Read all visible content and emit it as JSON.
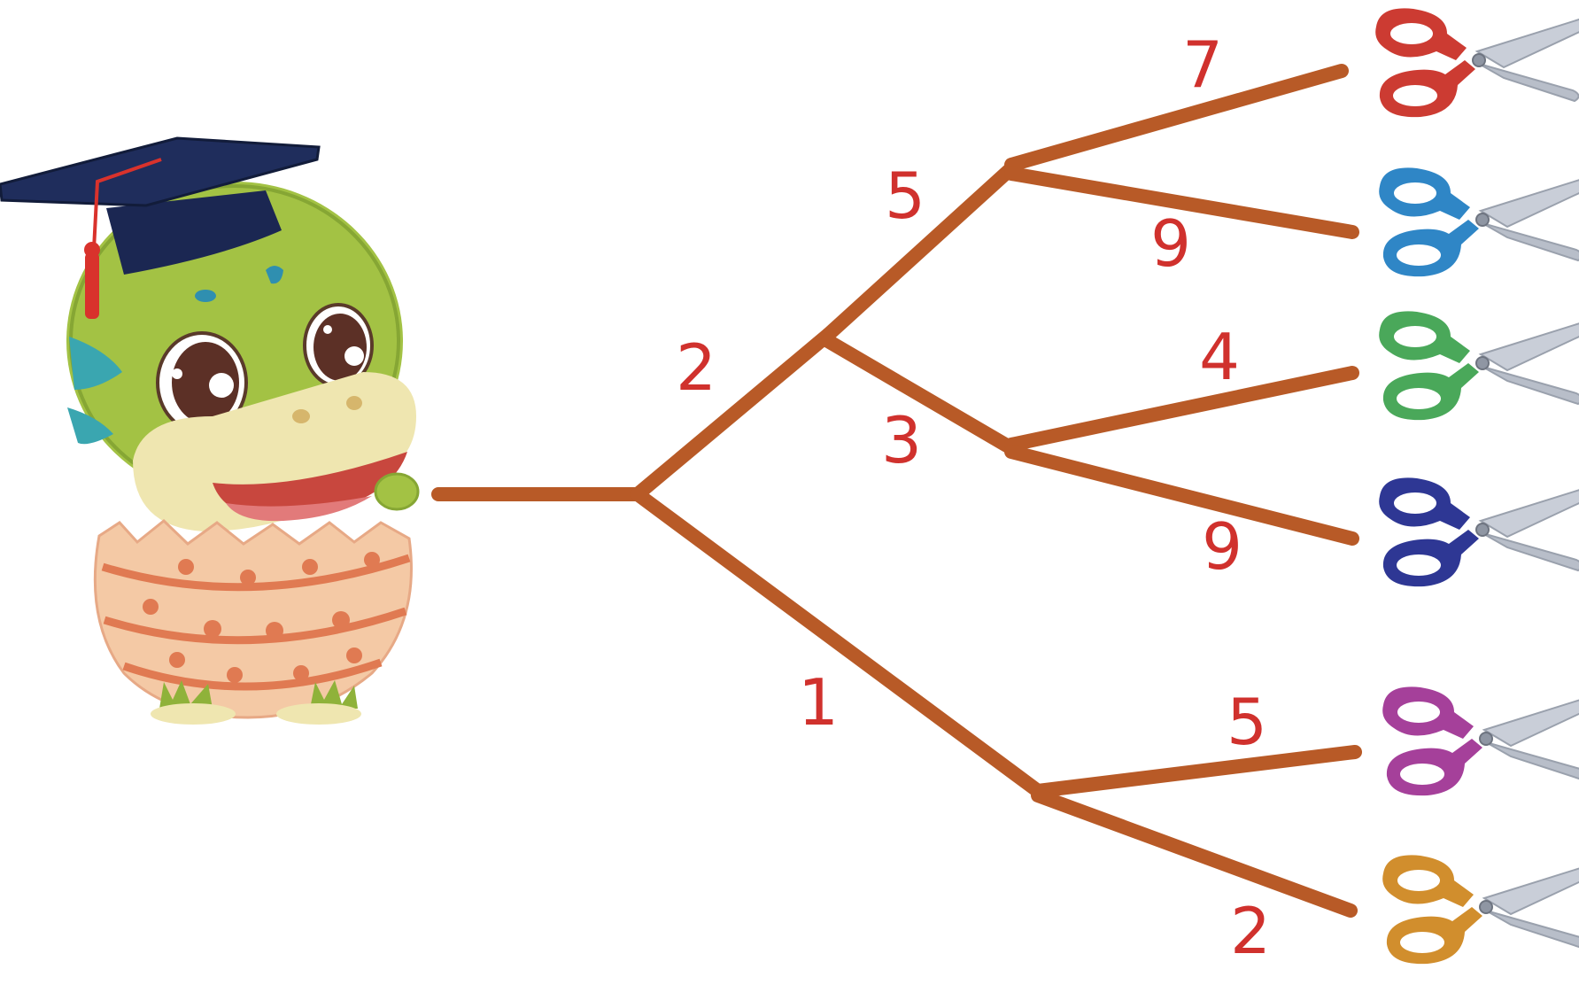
{
  "colors": {
    "branch": "#b85a27",
    "label": "#d0312d",
    "dino_body": "#a3c244",
    "cap": "#1b2752",
    "tassel": "#d9322c",
    "egg": "#f4c9a5",
    "egg_stripe": "#e07a52"
  },
  "icons": {
    "mascot": "dinosaur-graduate-icon",
    "leaf": "scissors-icon"
  },
  "tree": {
    "edges": [
      {
        "id": "root-upper",
        "label": "2"
      },
      {
        "id": "root-lower",
        "label": "1"
      },
      {
        "id": "upper-a",
        "label": "5"
      },
      {
        "id": "upper-b",
        "label": "3"
      },
      {
        "id": "a-top",
        "label": "7"
      },
      {
        "id": "a-bottom",
        "label": "9"
      },
      {
        "id": "b-top",
        "label": "4"
      },
      {
        "id": "b-bottom",
        "label": "9"
      },
      {
        "id": "c-top",
        "label": "5"
      },
      {
        "id": "c-bottom",
        "label": "2"
      }
    ],
    "leaves": [
      {
        "id": "leaf-1",
        "handle_color": "#cc3b32"
      },
      {
        "id": "leaf-2",
        "handle_color": "#2f86c6"
      },
      {
        "id": "leaf-3",
        "handle_color": "#4aa85a"
      },
      {
        "id": "leaf-4",
        "handle_color": "#2e3794"
      },
      {
        "id": "leaf-5",
        "handle_color": "#a5409a"
      },
      {
        "id": "leaf-6",
        "handle_color": "#d18e2d"
      }
    ]
  }
}
